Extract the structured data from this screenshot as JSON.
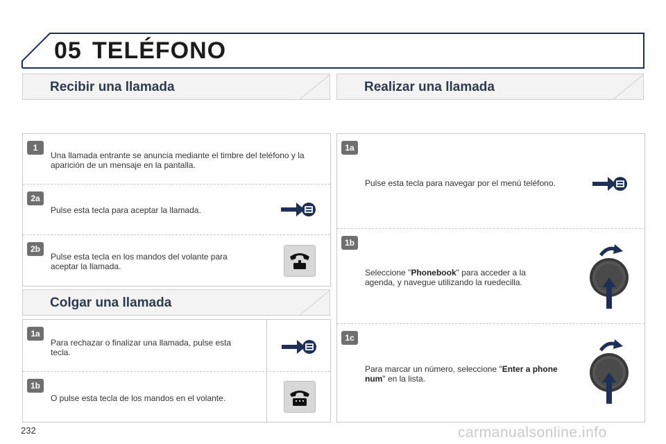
{
  "chapter": {
    "number": "05",
    "title": "TELÉFONO"
  },
  "sections": {
    "recibir": {
      "title": "Recibir una llamada",
      "steps": [
        {
          "badge": "1",
          "text": "Una llamada entrante se anuncia mediante el timbre del teléfono y la aparición de un mensaje en la pantalla."
        },
        {
          "badge": "2a",
          "text": "Pulse esta tecla para aceptar la llamada."
        },
        {
          "badge": "2b",
          "text": "Pulse esta tecla en los mandos del volante para aceptar la llamada."
        }
      ]
    },
    "colgar": {
      "title": "Colgar una llamada",
      "steps": [
        {
          "badge": "1a",
          "text": "Para rechazar o finalizar una llamada, pulse esta tecla."
        },
        {
          "badge": "1b",
          "text": "O pulse esta tecla de los mandos en el volante."
        }
      ]
    },
    "realizar": {
      "title": "Realizar una llamada",
      "steps": [
        {
          "badge": "1a",
          "text": "Pulse esta tecla para navegar por el menú teléfono."
        },
        {
          "badge": "1b",
          "pre": "Seleccione \"",
          "bold": "Phonebook",
          "post": "\" para acceder a la agenda, y navegue utilizando la ruedecilla."
        },
        {
          "badge": "1c",
          "pre": "Para marcar un número, seleccione \"",
          "bold": "Enter a phone num",
          "post": "\" en la lista."
        }
      ]
    }
  },
  "page_number": "232",
  "watermark": "carmanualsonline.info",
  "colors": {
    "navy": "#1e2f55",
    "frame": "#c8c8c8",
    "badge": "#6f6f6f"
  },
  "icons": [
    "phone-menu-key-icon",
    "phone-handset-icon",
    "rotary-knob-icon"
  ]
}
